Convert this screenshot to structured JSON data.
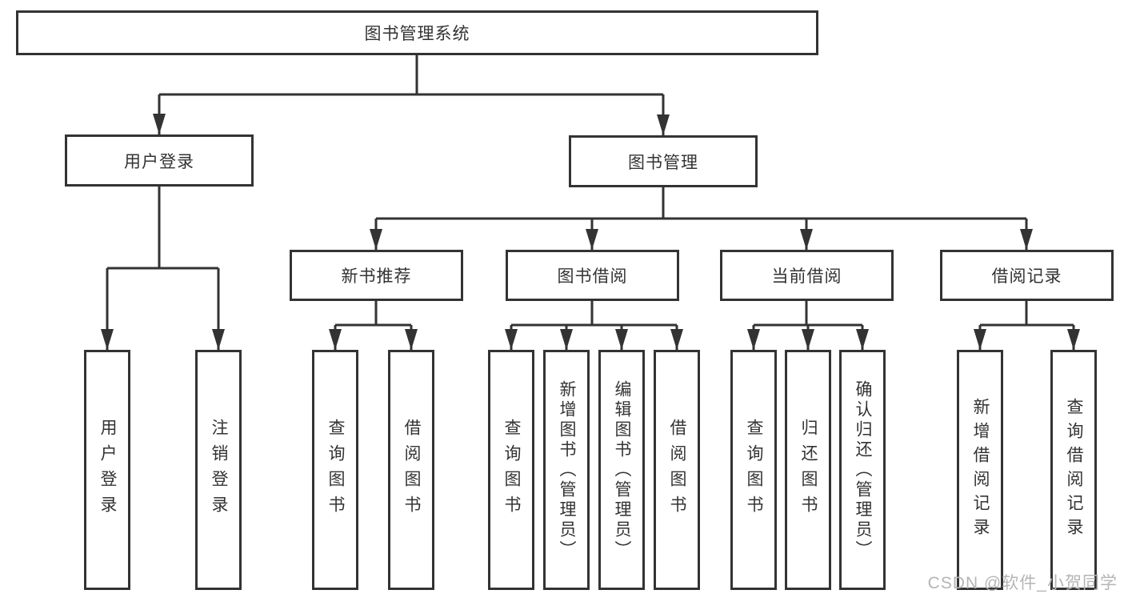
{
  "diagram": {
    "type": "hierarchy",
    "tree": {
      "root": {
        "label": "图书管理系统"
      },
      "branches": [
        {
          "label": "用户登录",
          "children": [
            "用户登录",
            "注销登录"
          ]
        },
        {
          "label": "图书管理",
          "groups": [
            {
              "label": "新书推荐",
              "children": [
                "查询图书",
                "借阅图书"
              ]
            },
            {
              "label": "图书借阅",
              "children": [
                "查询图书",
                "新增图书（管理员）",
                "编辑图书（管理员）",
                "借阅图书"
              ]
            },
            {
              "label": "当前借阅",
              "children": [
                "查询图书",
                "归还图书",
                "确认归还（管理员）"
              ]
            },
            {
              "label": "借阅记录",
              "children": [
                "新增借阅记录",
                "查询借阅记录"
              ]
            }
          ]
        }
      ]
    },
    "colors": {
      "line": "#333333",
      "text": "#333333",
      "background": "#ffffff",
      "watermark": "#b5b5b5"
    },
    "watermark": {
      "text": "CSDN @软件_小贺同学"
    }
  }
}
